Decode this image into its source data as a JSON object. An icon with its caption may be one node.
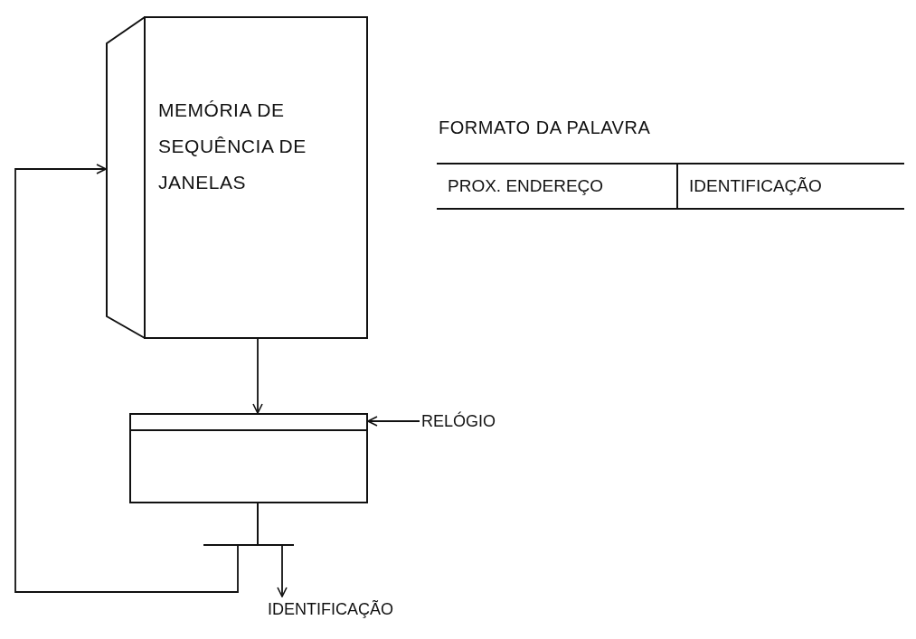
{
  "diagram": {
    "nodes": [
      {
        "text": [
          "MEMÓRIA DE SEQUÊNCIA DE JANELAS"
        ]
      },
      {
        "text": [],
        "shape": "box"
      },
      {
        "text": [
          "RELÓGIO"
        ]
      },
      {
        "text": [
          "IDENTIFICAÇÃO"
        ]
      }
    ],
    "edges": [
      {
        "from": 0,
        "to": 1,
        "arrow": "to"
      },
      {
        "from": 1,
        "to": 0,
        "arrow": "to"
      },
      {
        "from": 1,
        "to": 3,
        "arrow": "to"
      },
      {
        "from": 2,
        "to": 1,
        "arrow": "to"
      }
    ],
    "labels": [
      "FORMATO DA PALAVRA",
      "PROX. ENDEREÇO",
      "IDENTIFICAÇÃO"
    ]
  }
}
